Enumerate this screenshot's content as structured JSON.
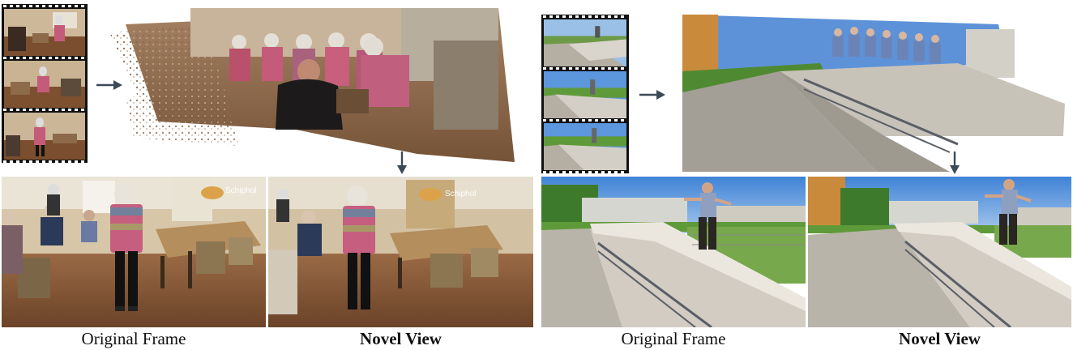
{
  "colors": {
    "arrow": "#3b4a56",
    "indoor_floor": "#7a4e2e",
    "indoor_wall": "#cdb89a",
    "sky": "#4f8fd8",
    "concrete": "#b9b4aa",
    "grass": "#5f9a3a"
  },
  "left_example": {
    "caption_original": "Original Frame",
    "caption_novel": "Novel View",
    "sign_text": "Schiphol"
  },
  "right_example": {
    "caption_original": "Original Frame",
    "caption_novel": "Novel View"
  }
}
